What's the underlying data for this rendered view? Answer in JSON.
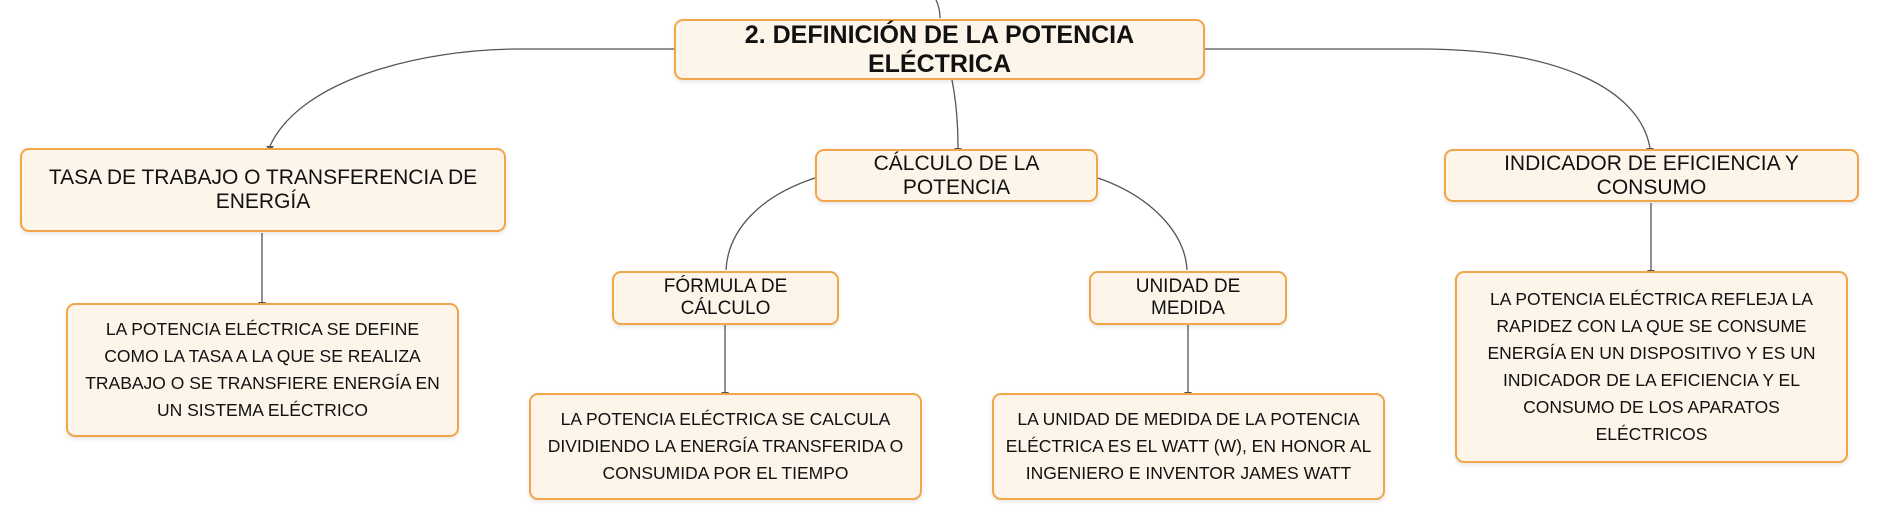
{
  "diagram": {
    "root": "2. DEFINICIÓN DE LA POTENCIA ELÉCTRICA",
    "branches": [
      {
        "label": "TASA DE TRABAJO O TRANSFERENCIA DE ENERGÍA",
        "detail": "LA POTENCIA ELÉCTRICA SE DEFINE COMO LA TASA A LA QUE SE REALIZA TRABAJO O SE TRANSFIERE ENERGÍA EN UN SISTEMA ELÉCTRICO"
      },
      {
        "label": "CÁLCULO DE LA POTENCIA",
        "children": [
          {
            "label": "FÓRMULA DE CÁLCULO",
            "detail": "LA POTENCIA ELÉCTRICA SE CALCULA DIVIDIENDO LA ENERGÍA TRANSFERIDA O CONSUMIDA POR EL TIEMPO"
          },
          {
            "label": "UNIDAD DE MEDIDA",
            "detail": "LA UNIDAD DE MEDIDA DE LA POTENCIA ELÉCTRICA ES EL WATT (W), EN HONOR AL INGENIERO E INVENTOR JAMES WATT"
          }
        ]
      },
      {
        "label": "INDICADOR DE EFICIENCIA Y CONSUMO",
        "detail": "LA POTENCIA ELÉCTRICA REFLEJA LA RAPIDEZ CON LA QUE SE CONSUME ENERGÍA EN UN DISPOSITIVO Y ES UN INDICADOR DE LA EFICIENCIA Y EL CONSUMO DE LOS APARATOS ELÉCTRICOS"
      }
    ]
  },
  "colors": {
    "node_border": "#f2a64a",
    "node_fill": "#fdf4ea",
    "connector": "#555555"
  }
}
